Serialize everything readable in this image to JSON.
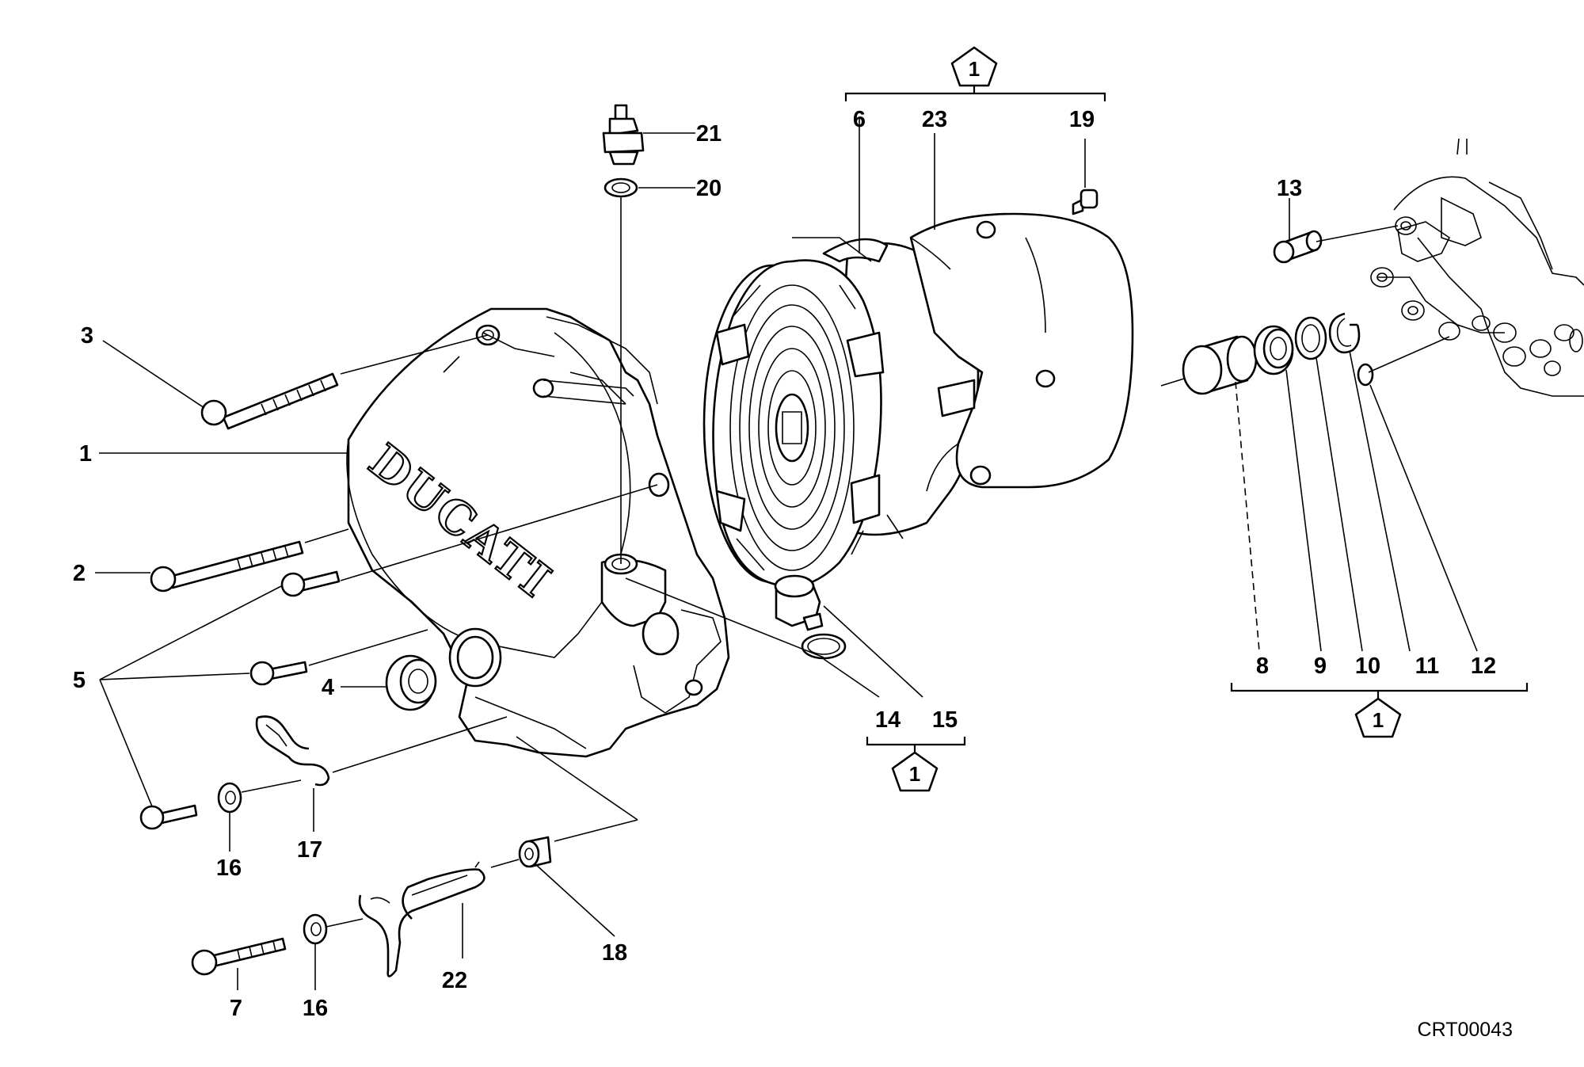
{
  "diagram": {
    "reference_code": "CRT00043",
    "cover_logo_text": "DUCATI",
    "kit_marker": "1",
    "part_labels": {
      "p1": "1",
      "p2": "2",
      "p3": "3",
      "p4": "4",
      "p5": "5",
      "p6": "6",
      "p7": "7",
      "p8": "8",
      "p9": "9",
      "p10": "10",
      "p11": "11",
      "p12": "12",
      "p13": "13",
      "p14": "14",
      "p15": "15",
      "p16a": "16",
      "p16b": "16",
      "p17": "17",
      "p18": "18",
      "p19": "19",
      "p20": "20",
      "p21": "21",
      "p22": "22",
      "p23": "23"
    }
  }
}
